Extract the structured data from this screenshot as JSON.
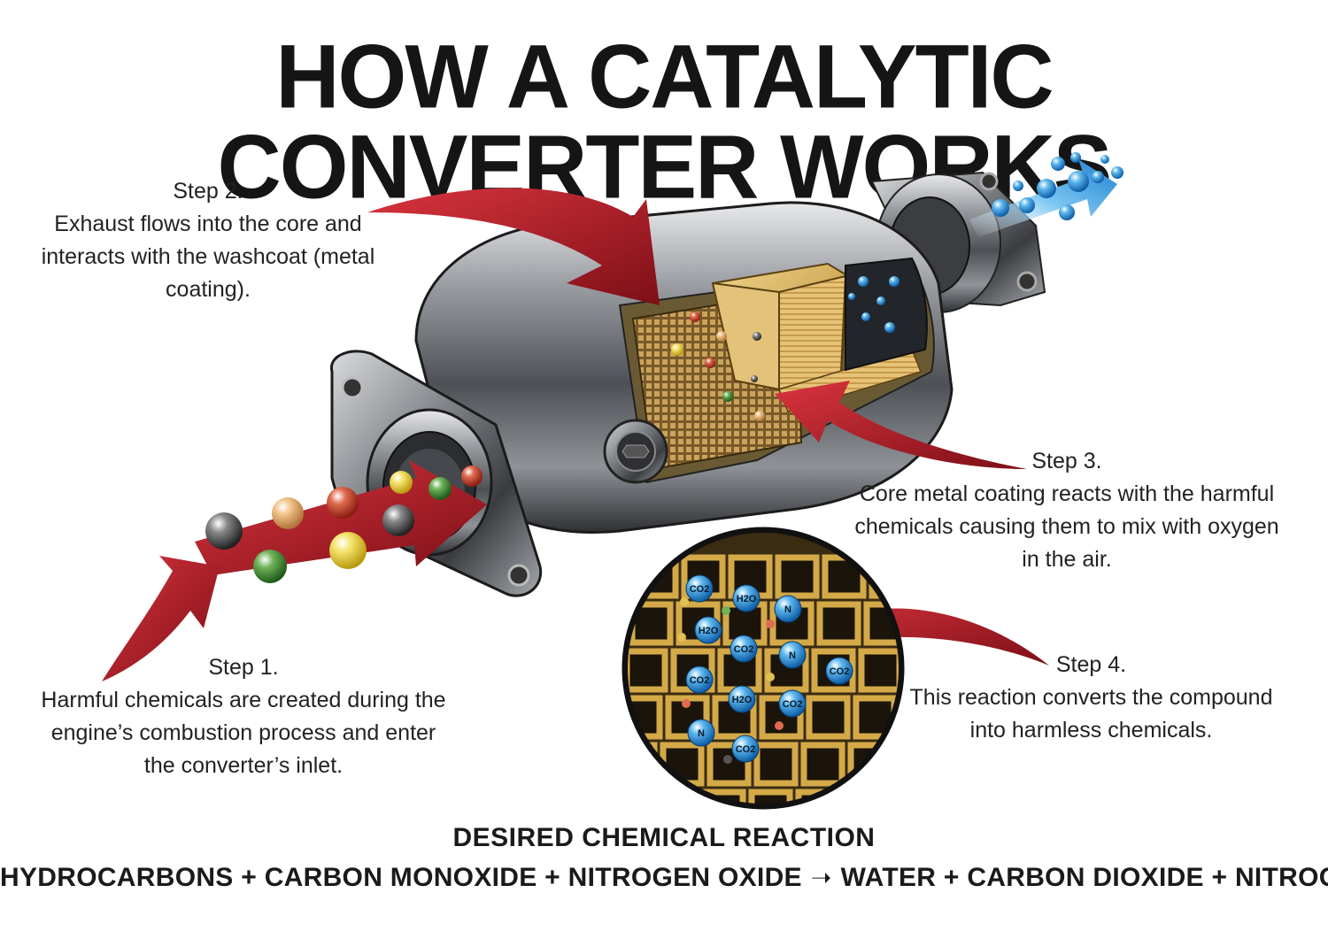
{
  "title": "HOW A CATALYTIC CONVERTER WORKS",
  "steps": [
    {
      "title": "Step 1.",
      "desc": "Harmful chemicals are created during the engine’s combustion process and enter the converter’s inlet."
    },
    {
      "title": "Step 2.",
      "desc": "Exhaust flows into the core and interacts with the washcoat (metal coating)."
    },
    {
      "title": "Step 3.",
      "desc": "Core metal coating reacts with the harmful chemicals causing them to mix with oxygen in the air."
    },
    {
      "title": "Step 4.",
      "desc": "This reaction converts the compound into harmless chemicals."
    }
  ],
  "reaction": {
    "heading": "DESIRED CHEMICAL REACTION",
    "reactants": "HYDROCARBONS + CARBON MONOXIDE + NITROGEN OXIDE",
    "products": "WATER + CARBON DIOXIDE + NITROGEN"
  },
  "molecule_labels": {
    "co2": "CO2",
    "h2o": "H2O",
    "n": "N"
  },
  "colors": {
    "arrow_red": "#b3202a",
    "metal": "#8a8d91",
    "core_gold": "#d9b45a",
    "bubble_blue": "#3a9fe0"
  }
}
